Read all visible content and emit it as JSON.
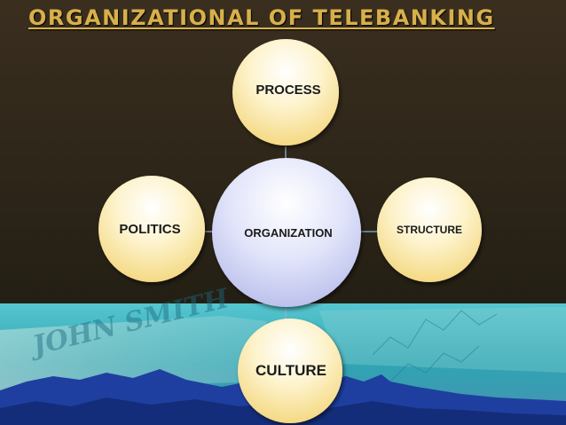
{
  "title": "ORGANIZATIONAL OF TELEBANKING",
  "diagram": {
    "center": "ORGANIZATION",
    "nodes": {
      "top": "PROCESS",
      "right": "STRUCTURE",
      "bottom": "CULTURE",
      "left": "POLITICS"
    }
  },
  "background_text": "JOHN SMITH",
  "colors": {
    "title": "#d8b04a",
    "center_fill": "#cfd3f3",
    "node_fill": "#f8e7a4",
    "background_top": "#3a2e1f",
    "band": "#4db8c4",
    "mountains": "#1f3fa0"
  }
}
